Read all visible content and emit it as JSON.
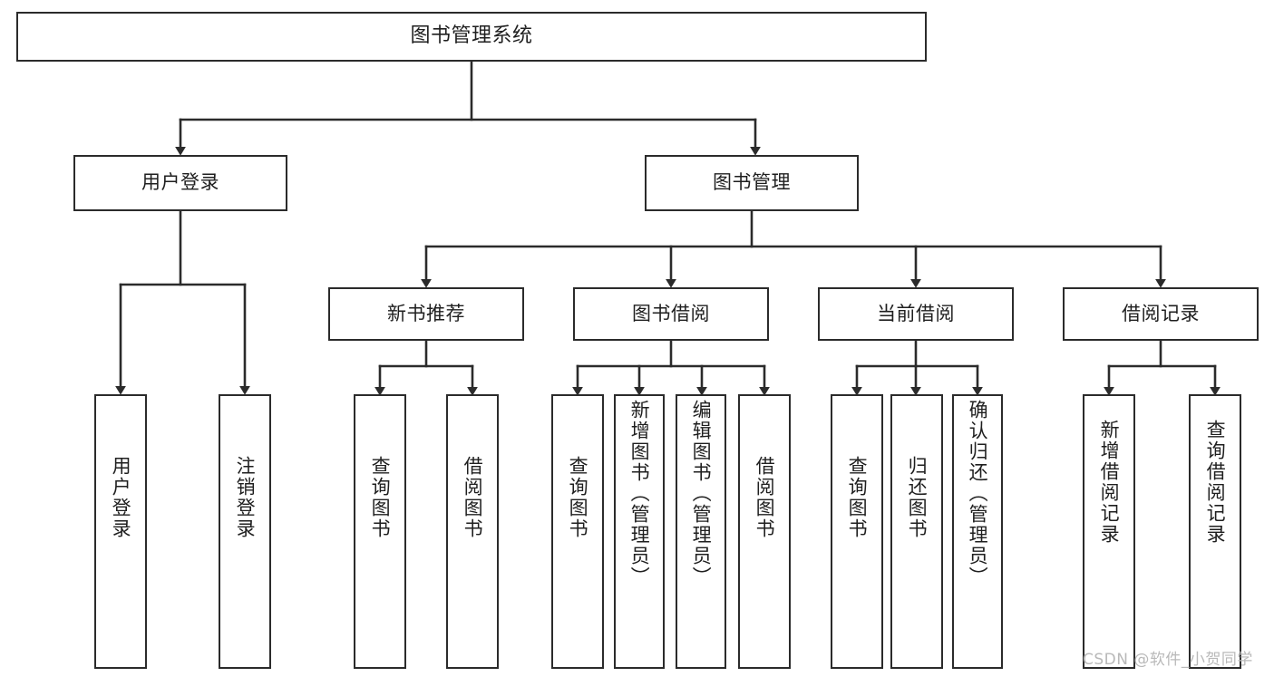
{
  "diagram": {
    "title": "图书管理系统",
    "type": "tree-hierarchy",
    "colors": {
      "box_border": "#2b2b2b",
      "box_fill": "#ffffff",
      "edge": "#2b2b2b",
      "text": "#1f1f1f",
      "watermark": "#b9b9b9",
      "background": "#ffffff"
    },
    "root": {
      "label": "图书管理系统"
    },
    "level2": [
      {
        "label": "用户登录"
      },
      {
        "label": "图书管理"
      }
    ],
    "level3": [
      {
        "label": "新书推荐"
      },
      {
        "label": "图书借阅"
      },
      {
        "label": "当前借阅"
      },
      {
        "label": "借阅记录"
      }
    ],
    "leaves": {
      "user_login": [
        {
          "label": "用户登录"
        },
        {
          "label": "注销登录"
        }
      ],
      "new_book_recommend": [
        {
          "label": "查询图书"
        },
        {
          "label": "借阅图书"
        }
      ],
      "book_borrow": [
        {
          "label": "查询图书"
        },
        {
          "label": "新增图书（管理员）"
        },
        {
          "label": "编辑图书（管理员）"
        },
        {
          "label": "借阅图书"
        }
      ],
      "current_borrow": [
        {
          "label": "查询图书"
        },
        {
          "label": "归还图书"
        },
        {
          "label": "确认归还（管理员）"
        }
      ],
      "borrow_records": [
        {
          "label": "新增借阅记录"
        },
        {
          "label": "查询借阅记录"
        }
      ]
    },
    "watermark": "CSDN @软件_小贺同学"
  }
}
